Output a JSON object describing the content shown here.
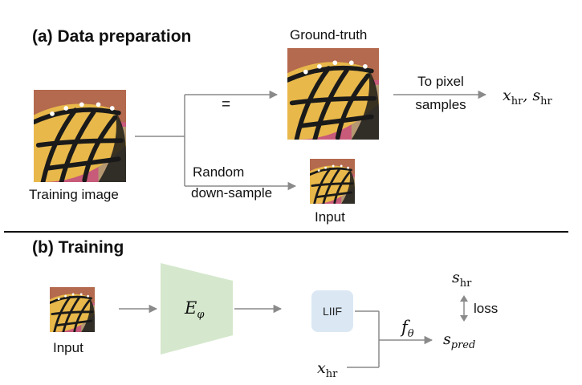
{
  "section_a": {
    "title": "(a) Data preparation",
    "training_image_label": "Training image",
    "ground_truth_label": "Ground-truth",
    "equals_sign": "=",
    "to_pixel_line1": "To pixel",
    "to_pixel_line2": "samples",
    "random_line1": "Random",
    "random_line2": "down-sample",
    "input_label": "Input",
    "outputs": {
      "x_base": "x",
      "x_sub": "hr",
      "separator": ",",
      "s_base": "s",
      "s_sub": "hr"
    }
  },
  "section_b": {
    "title": "(b) Training",
    "input_label": "Input",
    "encoder": {
      "base": "E",
      "sub": "φ"
    },
    "liif_label": "LIIF",
    "f_theta": {
      "base": "f",
      "sub": "θ"
    },
    "s_hr": {
      "base": "s",
      "sub": "hr"
    },
    "s_pred": {
      "base": "s",
      "sub": "pred"
    },
    "loss_label": "loss",
    "x_hr": {
      "base": "x",
      "sub": "hr"
    }
  },
  "colors": {
    "arrow": "#8a8a8a",
    "divider": "#111111",
    "encoder_fill": "#d5e8cd",
    "liif_fill": "#dbe8f4",
    "butterfly_wing": "#e8b84a",
    "butterfly_vein": "#1a1a1a",
    "butterfly_bg": "#c85a7a"
  }
}
